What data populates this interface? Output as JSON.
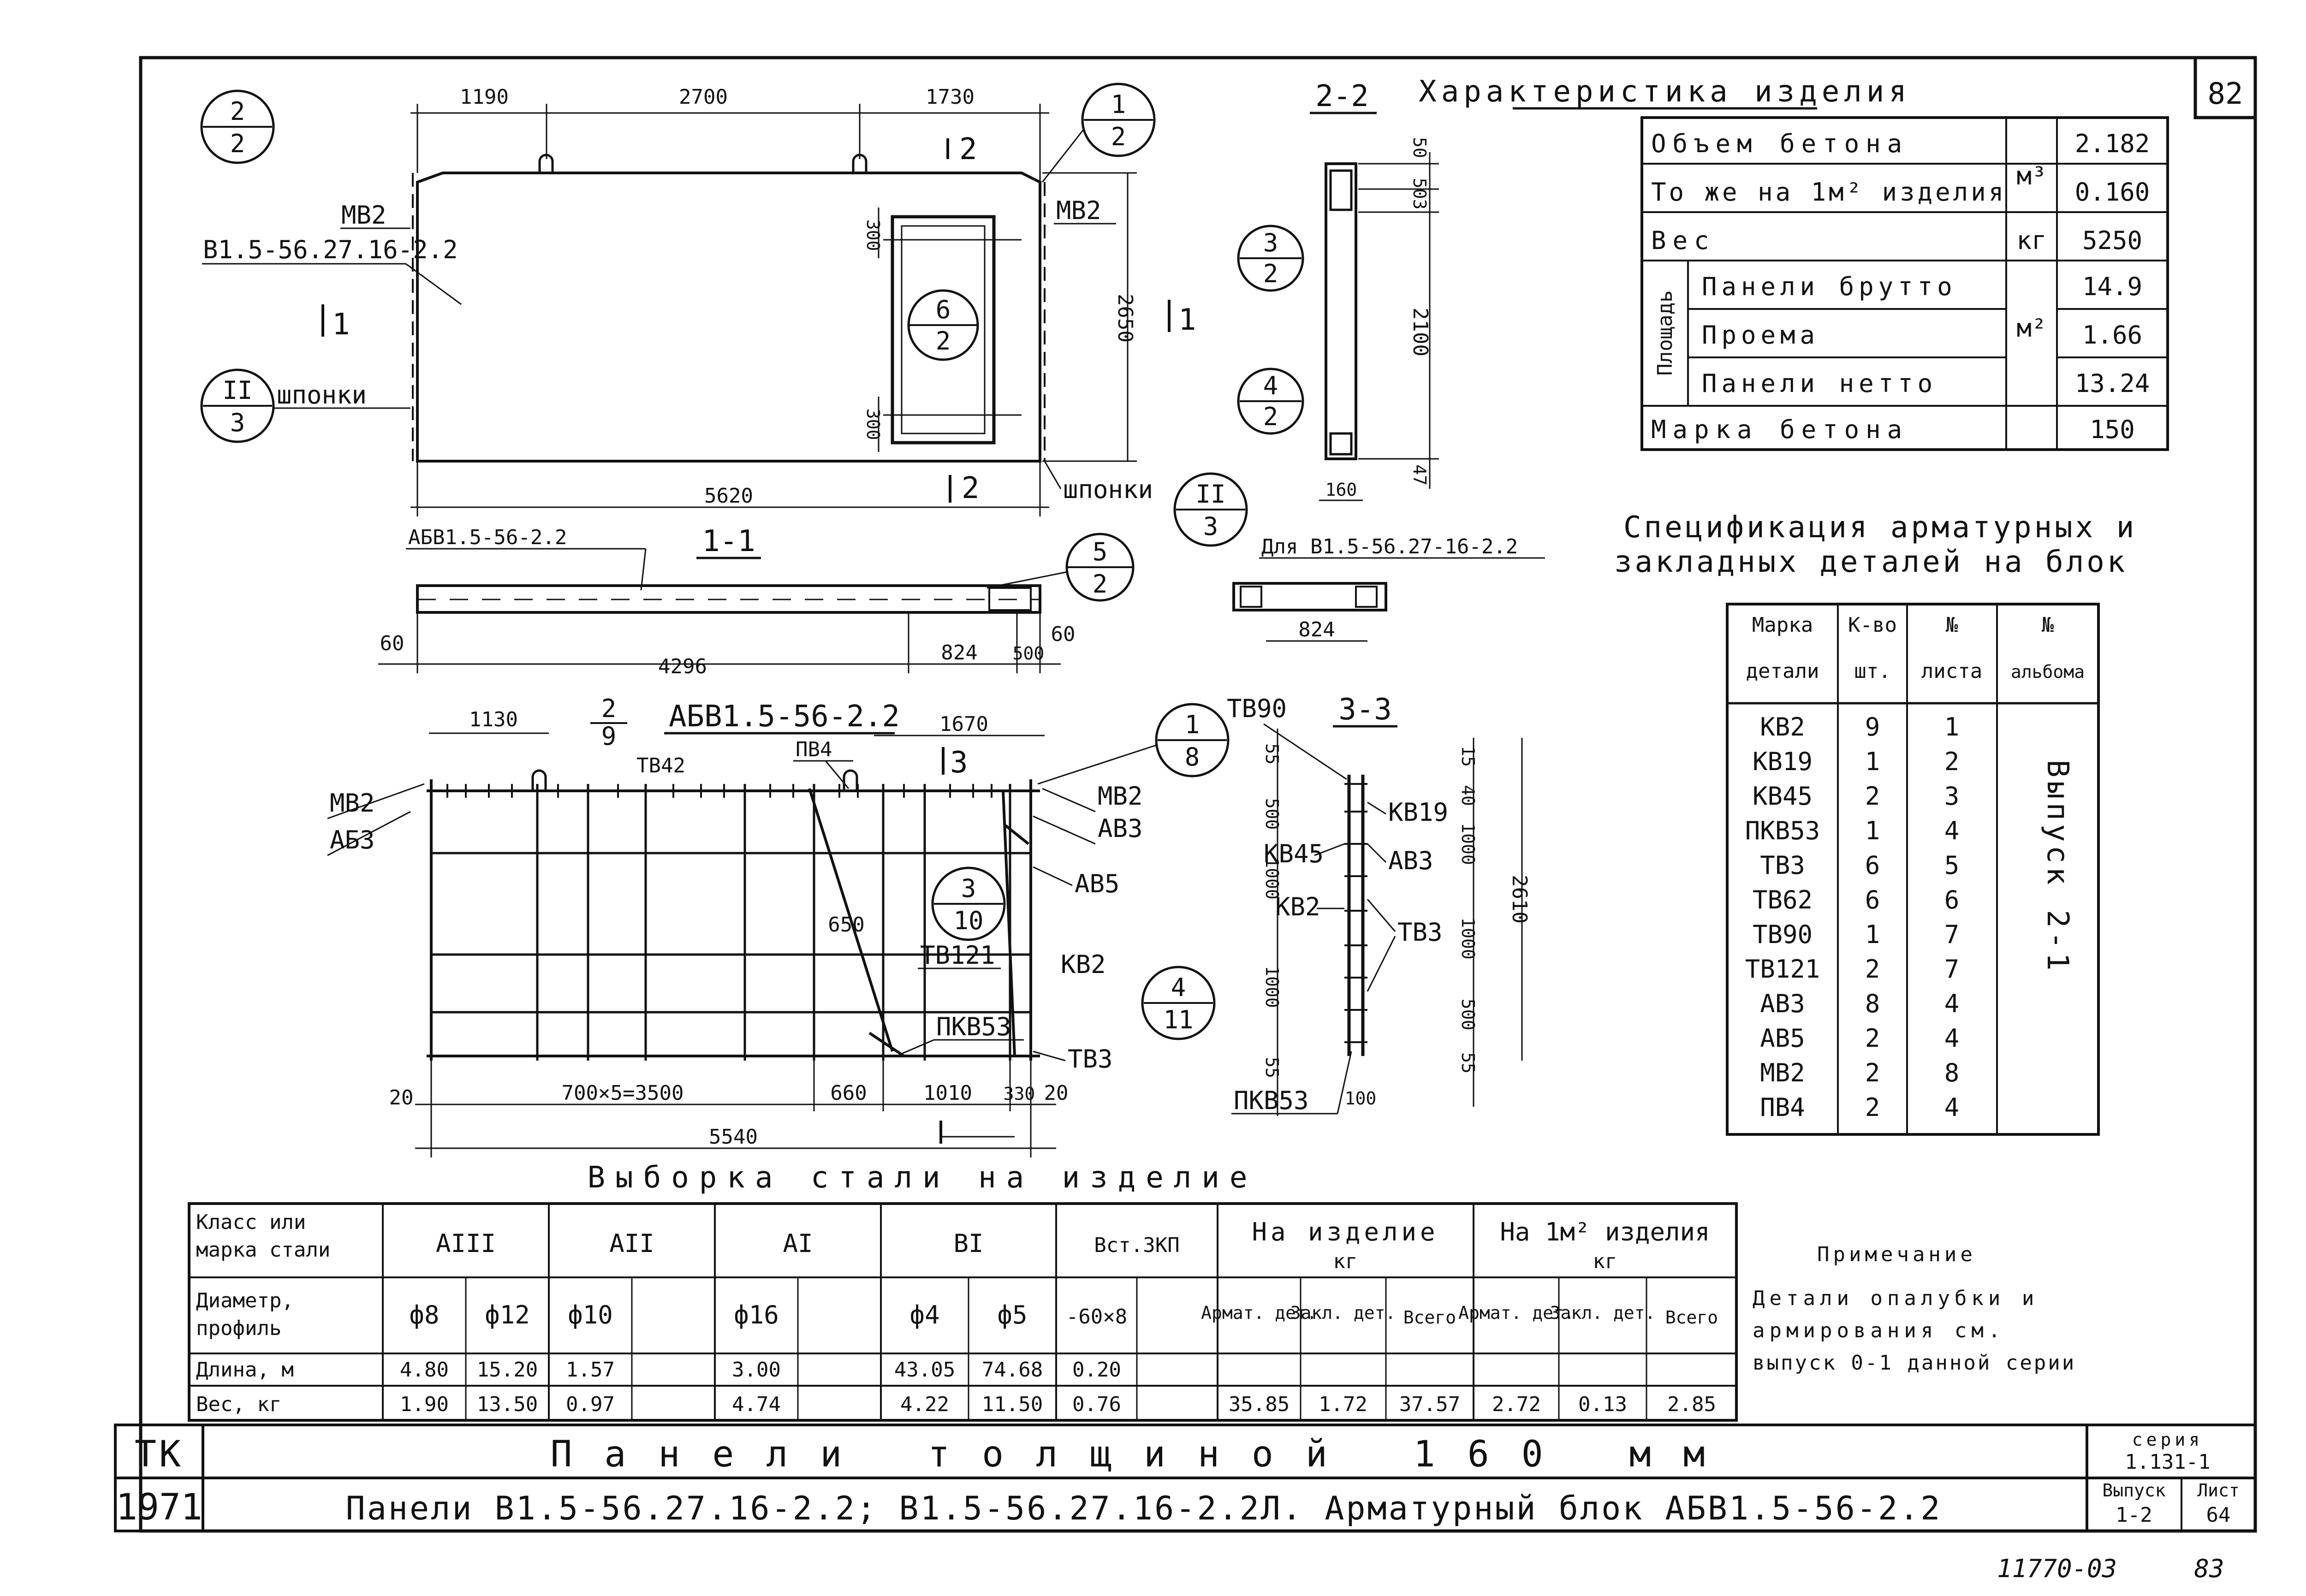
{
  "sheet": {
    "page_no": "82",
    "bottom_ref": "11770-03",
    "bottom_page": "83"
  },
  "elevation": {
    "dims_top": [
      "1190",
      "2700",
      "1730"
    ],
    "dim_total": "5620",
    "dim_height": "2650",
    "dim_opening_top": "300",
    "dim_opening_bottom": "300",
    "label_mv2_left": "МВ2",
    "label_mv2_right": "МВ2",
    "mark": "В1.5-56.27.16-2.2",
    "label_shponki_left": "шпонки",
    "label_shponki_right": "шпонки",
    "cut_marks": [
      "1",
      "1",
      "2",
      "2"
    ],
    "callouts": [
      {
        "top": "2",
        "bottom": "2"
      },
      {
        "top": "1",
        "bottom": "2"
      },
      {
        "top": "6",
        "bottom": "2"
      },
      {
        "top": "II",
        "bottom": "3"
      },
      {
        "top": "II",
        "bottom": "3"
      }
    ]
  },
  "section_2_2": {
    "title": "2-2",
    "dims": [
      "50",
      "503",
      "2100",
      "47"
    ],
    "dim_width": "160",
    "callouts": [
      {
        "top": "3",
        "bottom": "2"
      },
      {
        "top": "4",
        "bottom": "2"
      }
    ]
  },
  "section_1_1": {
    "title": "1-1",
    "block_label": "АБВ1.5-56-2.2",
    "dims": [
      "60",
      "4296",
      "824",
      "500",
      "60"
    ],
    "callout": {
      "top": "5",
      "bottom": "2"
    },
    "variant_label": "Для В1.5-56.27-16-2.2",
    "variant_dim": "824"
  },
  "block": {
    "title": "АБВ1.5-56-2.2",
    "dims_top": [
      "1130",
      "1670"
    ],
    "dims_bottom": [
      "20",
      "700×5=3500",
      "660",
      "1010",
      "330",
      "20"
    ],
    "dim_total": "5540",
    "dim_650": "650",
    "labels": [
      "МВ2",
      "АБ3",
      "ТВ42",
      "ПВ4",
      "МВ2",
      "АВ3",
      "АВ5",
      "ТВ121",
      "КВ2",
      "ПКВ53",
      "ТВ3"
    ],
    "callouts": [
      {
        "top": "2",
        "bottom": "9"
      },
      {
        "top": "1",
        "bottom": "8"
      },
      {
        "top": "3",
        "bottom": "10"
      },
      {
        "top": "4",
        "bottom": "11"
      }
    ]
  },
  "section_3_3": {
    "title": "3-3",
    "labels": [
      "ТВ90",
      "КВ19",
      "КВ45",
      "АВ3",
      "КВ2",
      "ТВ3",
      "ПКВ53"
    ],
    "dims_left": [
      "55",
      "500",
      "1000",
      "1000",
      "55"
    ],
    "dims_right": [
      "15",
      "40",
      "1000",
      "1000",
      "500",
      "55"
    ],
    "dim_total": "2610",
    "dim_bottom": "100"
  },
  "characteristics": {
    "title": "Характеристика изделия",
    "rows": [
      {
        "label": "Объем бетона",
        "unit": "м³",
        "value": "2.182"
      },
      {
        "label": "То же на 1м² изделия",
        "unit": "",
        "value": "0.160"
      },
      {
        "label": "Вес",
        "unit": "кг",
        "value": "5250"
      }
    ],
    "area_group": "Площадь",
    "area_unit": "м²",
    "area_rows": [
      {
        "label": "Панели брутто",
        "value": "14.9"
      },
      {
        "label": "Проема",
        "value": "1.66"
      },
      {
        "label": "Панели нетто",
        "value": "13.24"
      }
    ],
    "concrete": {
      "label": "Марка бетона",
      "value": "150"
    }
  },
  "spec": {
    "title_1": "Спецификация арматурных и",
    "title_2": "закладных деталей на блок",
    "headers_1": [
      "Марка",
      "К-во",
      "№",
      "№"
    ],
    "headers_2": [
      "детали",
      "шт.",
      "листа",
      "альбома"
    ],
    "rows": [
      [
        "КВ2",
        "9",
        "1"
      ],
      [
        "КВ19",
        "1",
        "2"
      ],
      [
        "КВ45",
        "2",
        "3"
      ],
      [
        "ПКВ53",
        "1",
        "4"
      ],
      [
        "ТВ3",
        "6",
        "5"
      ],
      [
        "ТВ62",
        "6",
        "6"
      ],
      [
        "ТВ90",
        "1",
        "7"
      ],
      [
        "ТВ121",
        "2",
        "7"
      ],
      [
        "АВ3",
        "8",
        "4"
      ],
      [
        "АВ5",
        "2",
        "4"
      ],
      [
        "МВ2",
        "2",
        "8"
      ],
      [
        "ПВ4",
        "2",
        "4"
      ]
    ],
    "album": "Выпуск 2-1"
  },
  "steel": {
    "title": "Выборка стали на изделие",
    "class_header": "Класс или марка стали",
    "classes": [
      "АIII",
      "АII",
      "АI",
      "ВI",
      "Вст.3КП"
    ],
    "per_item": {
      "label": "На изделие",
      "unit": "кг"
    },
    "per_m2": {
      "label": "На 1м² изделия",
      "unit": "кг"
    },
    "diam_header": "Диаметр, профиль",
    "diams": [
      "ф8",
      "ф12",
      "ф10",
      "",
      "ф16",
      "",
      "ф4",
      "ф5",
      "-60×8",
      ""
    ],
    "sub_headers": [
      "Армат. дет.",
      "Закл. дет.",
      "Всего",
      "Армат. дет.",
      "Закл. дет.",
      "Всего"
    ],
    "length_label": "Длина, м",
    "lengths": [
      "4.80",
      "15.20",
      "1.57",
      "",
      "3.00",
      "",
      "43.05",
      "74.68",
      "0.20",
      ""
    ],
    "weight_label": "Вес, кг",
    "weights": [
      "1.90",
      "13.50",
      "0.97",
      "",
      "4.74",
      "",
      "4.22",
      "11.50",
      "0.76",
      ""
    ],
    "totals": [
      "35.85",
      "1.72",
      "37.57",
      "2.72",
      "0.13",
      "2.85"
    ]
  },
  "note": {
    "title": "Примечание",
    "lines": [
      "Детали опалубки и",
      "армирования см.",
      "выпуск 0-1 данной серии"
    ]
  },
  "title_block": {
    "tk": "ТК",
    "year": "1971",
    "line1": "Панели толщиной 160 мм",
    "line2": "Панели В1.5-56.27.16-2.2; В1.5-56.27.16-2.2Л. Арматурный блок АБВ1.5-56-2.2",
    "series_label": "серия",
    "series": "1.131-1",
    "issue_label": "Выпуск",
    "issue": "1-2",
    "sheet_label": "Лист",
    "sheet": "64"
  }
}
